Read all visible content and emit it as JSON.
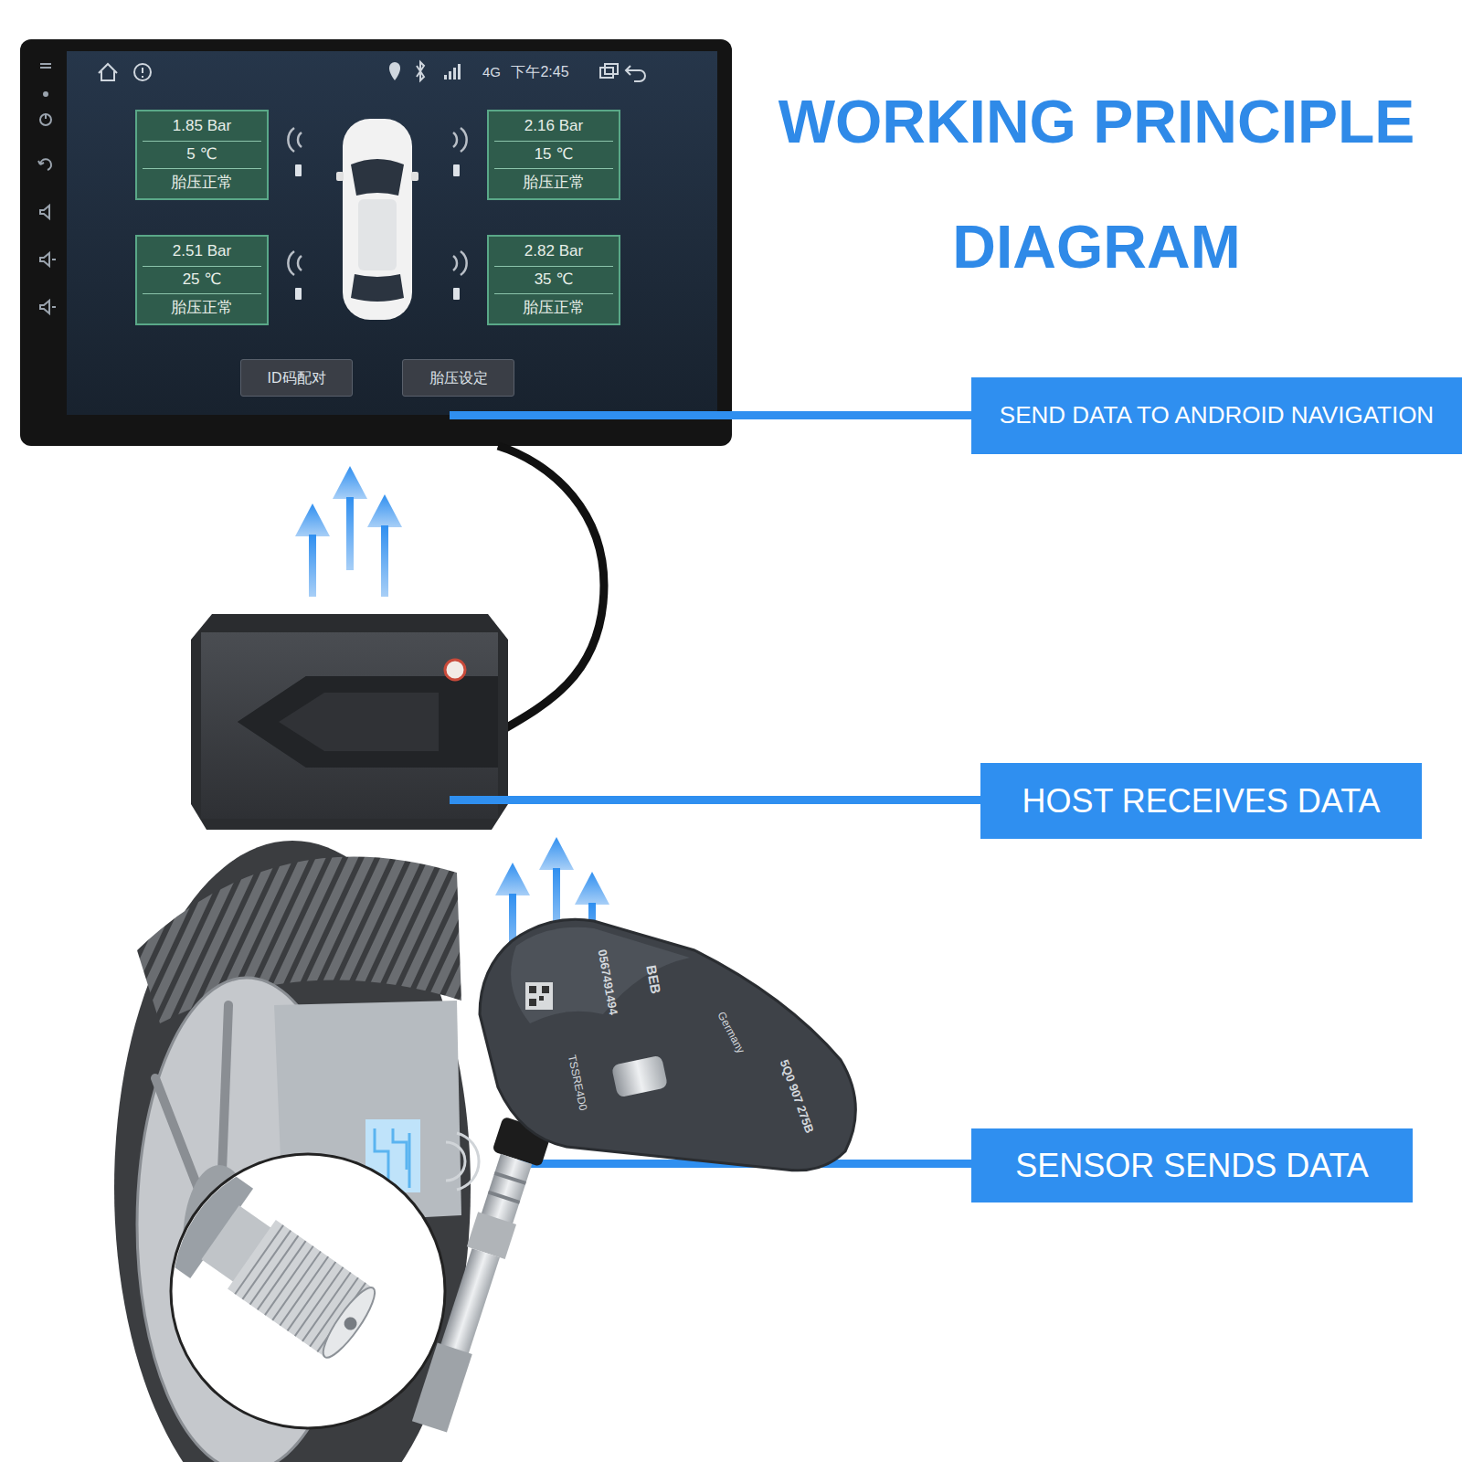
{
  "diagram": {
    "title": "WORKING PRINCIPLE DIAGRAM",
    "nodes": [
      {
        "text": [
          "1.85 Bar",
          "5 ℃",
          "胎压正常"
        ]
      },
      {
        "text": [
          "2.16 Bar",
          "15 ℃",
          "胎压正常"
        ]
      },
      {
        "text": [
          "2.51 Bar",
          "25 ℃",
          "胎压正常"
        ]
      },
      {
        "text": [
          "2.82 Bar",
          "35 ℃",
          "胎压正常"
        ]
      },
      {
        "text": [
          "ID码配对"
        ]
      },
      {
        "text": [
          "胎压设定"
        ]
      },
      {
        "text": [
          "SEND DATA TO ANDROID NAVIGATION"
        ]
      },
      {
        "text": [
          "HOST RECEIVES DATA"
        ]
      },
      {
        "text": [
          "SENSOR SENDS DATA"
        ]
      }
    ],
    "labels": [
      "4G",
      "下午2:45",
      "0567491494",
      "BEB",
      "5Q0 907 275B",
      "Germany",
      "TSSRE4D0"
    ]
  }
}
